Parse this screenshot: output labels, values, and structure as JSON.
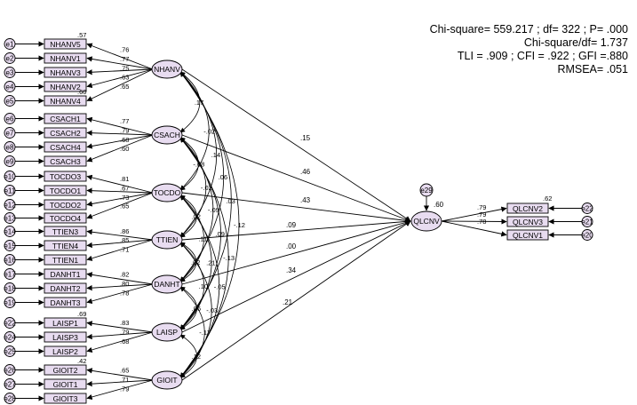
{
  "fit_stats": {
    "line1": "Chi-square= 559.217 ; df= 322 ; P= .000",
    "line2": "Chi-square/df= 1.737",
    "line3": "TLI = .909 ; CFI = .922 ; GFI =.880",
    "line4": "RMSEA= .051"
  },
  "colors": {
    "fill": "#e8dcf0",
    "stroke": "#000000"
  },
  "latents": [
    {
      "id": "NHANV",
      "loadings": [
        ".76",
        ".77",
        ".75",
        ".63",
        ".65"
      ]
    },
    {
      "id": "CSACH",
      "loadings": [
        ".77",
        ".79",
        ".68",
        ".60"
      ]
    },
    {
      "id": "TOCDO",
      "loadings": [
        ".81",
        ".67",
        ".73",
        ".65"
      ]
    },
    {
      "id": "TTIEN",
      "loadings": [
        ".86",
        ".85",
        ".71"
      ]
    },
    {
      "id": "DANHT",
      "loadings": [
        ".82",
        ".80",
        ".78"
      ]
    },
    {
      "id": "LAISP",
      "loadings": [
        ".83",
        ".79",
        ".68"
      ]
    },
    {
      "id": "GIOIT",
      "loadings": [
        ".65",
        ".71",
        ".79"
      ]
    }
  ],
  "indicators": [
    {
      "label": "NHANV5",
      "error": "e1",
      "r2": ".57"
    },
    {
      "label": "NHANV1",
      "error": "e2",
      "r2": ""
    },
    {
      "label": "NHANV3",
      "error": "e3",
      "r2": ""
    },
    {
      "label": "NHANV2",
      "error": "e4",
      "r2": ""
    },
    {
      "label": "NHANV4",
      "error": "e5",
      "r2": ".60"
    },
    {
      "label": "CSACH1",
      "error": "e6",
      "r2": ""
    },
    {
      "label": "CSACH2",
      "error": "e7",
      "r2": ""
    },
    {
      "label": "CSACH4",
      "error": "e8",
      "r2": ""
    },
    {
      "label": "CSACH3",
      "error": "e9",
      "r2": ""
    },
    {
      "label": "TOCDO3",
      "error": "e10",
      "r2": ""
    },
    {
      "label": "TOCDO1",
      "error": "e11",
      "r2": ""
    },
    {
      "label": "TOCDO2",
      "error": "e12",
      "r2": ""
    },
    {
      "label": "TOCDO4",
      "error": "e13",
      "r2": ""
    },
    {
      "label": "TTIEN3",
      "error": "e14",
      "r2": ""
    },
    {
      "label": "TTIEN4",
      "error": "e15",
      "r2": ""
    },
    {
      "label": "TTIEN1",
      "error": "e16",
      "r2": ""
    },
    {
      "label": "DANHT1",
      "error": "e17",
      "r2": ""
    },
    {
      "label": "DANHT2",
      "error": "e18",
      "r2": ""
    },
    {
      "label": "DANHT3",
      "error": "e19",
      "r2": ""
    },
    {
      "label": "LAISP1",
      "error": "e22",
      "r2": ".69"
    },
    {
      "label": "LAISP3",
      "error": "e24",
      "r2": ""
    },
    {
      "label": "LAISP2",
      "error": "e25",
      "r2": ""
    },
    {
      "label": "GIOIT2",
      "error": "e26",
      "r2": ".42"
    },
    {
      "label": "GIOIT1",
      "error": "e27",
      "r2": ""
    },
    {
      "label": "GIOIT3",
      "error": "e28",
      "r2": ""
    }
  ],
  "outcome": {
    "id": "QLCNV",
    "error": "e29",
    "r2": ".60",
    "loadings": [
      ".79",
      ".79",
      ".78"
    ],
    "indicators": [
      {
        "label": "QLCNV2",
        "error": "e22",
        "r2": ".62"
      },
      {
        "label": "QLCNV3",
        "error": "e21",
        "r2": ""
      },
      {
        "label": "QLCNV1",
        "error": "e20",
        "r2": ""
      }
    ]
  },
  "paths": [
    {
      "from": "NHANV",
      "coef": ".15"
    },
    {
      "from": "CSACH",
      "coef": ".46"
    },
    {
      "from": "TOCDO",
      "coef": ".43"
    },
    {
      "from": "TTIEN",
      "coef": ".09"
    },
    {
      "from": "DANHT",
      "coef": ".00"
    },
    {
      "from": "LAISP",
      "coef": ".34"
    },
    {
      "from": "GIOIT",
      "coef": ".21"
    }
  ],
  "covariances": [
    {
      "a": "NHANV",
      "b": "CSACH",
      "value": ".17"
    },
    {
      "a": "NHANV",
      "b": "TOCDO",
      "value": "-.02"
    },
    {
      "a": "NHANV",
      "b": "TTIEN",
      "value": ".14"
    },
    {
      "a": "NHANV",
      "b": "DANHT",
      "value": ".06"
    },
    {
      "a": "NHANV",
      "b": "LAISP",
      "value": ".03"
    },
    {
      "a": "NHANV",
      "b": "GIOIT",
      "value": "-.12"
    },
    {
      "a": "CSACH",
      "b": "TOCDO",
      "value": "-.08"
    },
    {
      "a": "CSACH",
      "b": "TTIEN",
      "value": "-.02"
    },
    {
      "a": "CSACH",
      "b": "DANHT",
      "value": "-.09"
    },
    {
      "a": "CSACH",
      "b": "LAISP",
      "value": ".09"
    },
    {
      "a": "CSACH",
      "b": "GIOIT",
      "value": "-.13"
    },
    {
      "a": "TOCDO",
      "b": "TTIEN",
      "value": ".02"
    },
    {
      "a": "TOCDO",
      "b": "DANHT",
      "value": ".11"
    },
    {
      "a": "TOCDO",
      "b": "LAISP",
      "value": ".21"
    },
    {
      "a": "TOCDO",
      "b": "GIOIT",
      "value": "-.05"
    },
    {
      "a": "TTIEN",
      "b": "DANHT",
      "value": ".02"
    },
    {
      "a": "TTIEN",
      "b": "LAISP",
      "value": ".10"
    },
    {
      "a": "TTIEN",
      "b": "GIOIT",
      "value": "-.03"
    },
    {
      "a": "DANHT",
      "b": "LAISP",
      "value": ".06"
    },
    {
      "a": "DANHT",
      "b": "GIOIT",
      "value": "-.17"
    },
    {
      "a": "LAISP",
      "b": "GIOIT",
      "value": ".12"
    }
  ]
}
